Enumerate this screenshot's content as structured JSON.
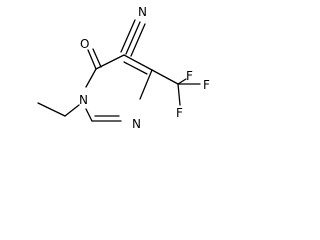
{
  "molecule": {
    "atom_labels": {
      "n_cyano": "N",
      "oxygen": "O",
      "n1": "N",
      "n3": "N",
      "fluorine_top": "F",
      "fluorine_right": "F",
      "fluorine_bottom": "F"
    },
    "colors": {
      "line": "#000000",
      "background": "#ffffff"
    }
  }
}
